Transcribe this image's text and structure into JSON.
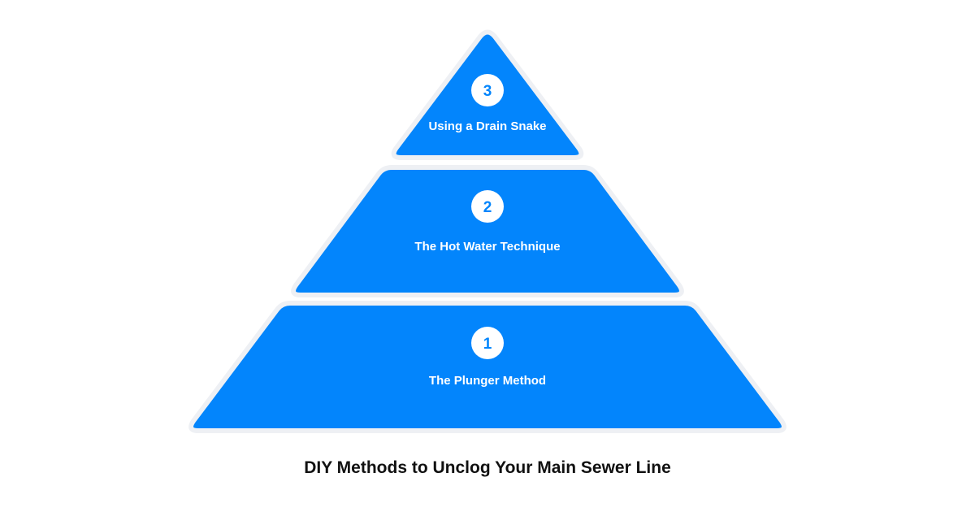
{
  "title": "DIY Methods to Unclog Your Main Sewer Line",
  "colors": {
    "tier_fill": "#0385fc",
    "badge_text": "#0385fc",
    "label_text": "#ffffff",
    "outline": "#eef0f4",
    "title_text": "#111111"
  },
  "tiers": [
    {
      "number": "3",
      "label": "Using a Drain Snake"
    },
    {
      "number": "2",
      "label": "The Hot Water Technique"
    },
    {
      "number": "1",
      "label": "The Plunger Method"
    }
  ]
}
